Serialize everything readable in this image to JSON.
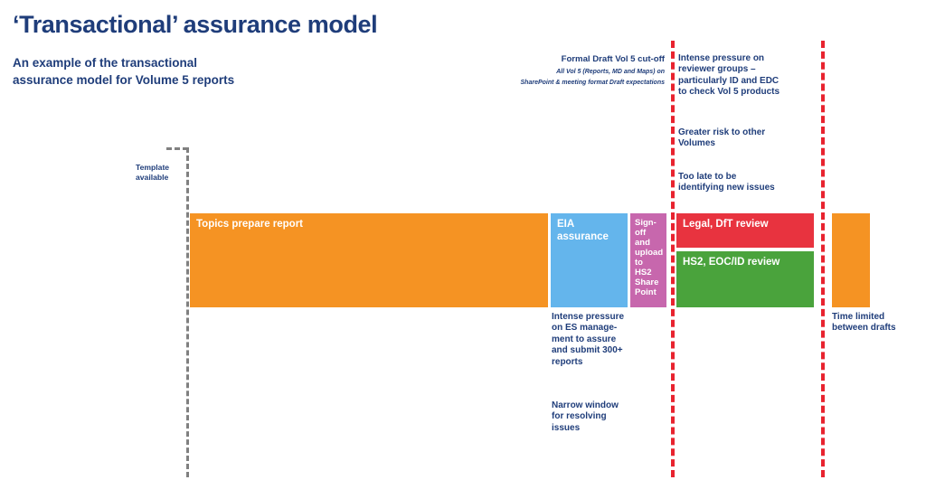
{
  "header": {
    "title": "‘Transactional’ assurance model",
    "subtitle": "An example of the transactional\nassurance model for Volume 5 reports"
  },
  "colors": {
    "brand_blue": "#1f3d7a",
    "orange": "#f59323",
    "light_blue": "#64b5ec",
    "pink": "#c767ad",
    "red": "#e8333f",
    "green": "#4aa33c",
    "dashed_red": "#e8232f",
    "dashed_grey": "#808080"
  },
  "annotations": {
    "template_available": "Template\navailable",
    "cut_off_heading": "Formal Draft Vol 5 cut-off",
    "cut_off_detail": "All Vol 5 (Reports, MD and Maps) on\nSharePoint & meeting format Draft expectations",
    "reviewer_pressure": "Intense pressure on\nreviewer groups –\nparticularly ID and EDC\nto check Vol 5 products",
    "greater_risk": "Greater risk to other\nVolumes",
    "too_late": "Too late to be\nidentifying new issues",
    "es_pressure": "Intense pressure\non ES manage-\nment to assure\nand submit 300+\nreports",
    "narrow_window": "Narrow window\nfor resolving\nissues",
    "time_limited": "Time limited\nbetween drafts"
  },
  "bars": {
    "topics_prepare_report": "Topics prepare report",
    "eia_assurance": "EIA assurance",
    "sign_off_upload": "Sign-off\nand\nupload to\nHS2\nShare\nPoint",
    "legal_dft_review": "Legal, DfT review",
    "hs2_eoc_id_review": "HS2, EOC/ID review",
    "final_orange": ""
  }
}
